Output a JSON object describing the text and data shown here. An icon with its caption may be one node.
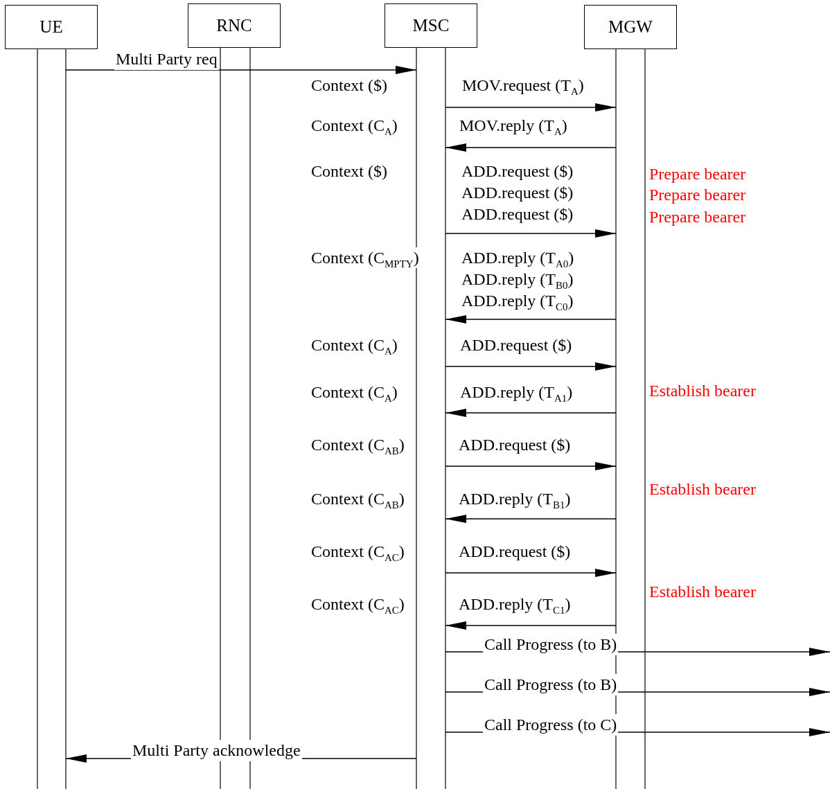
{
  "diagram": {
    "nodes": [
      {
        "text": [
          "UE"
        ]
      },
      {
        "text": [
          "RNC"
        ]
      },
      {
        "text": [
          "MSC"
        ]
      },
      {
        "text": [
          "MGW"
        ]
      }
    ],
    "edges": [
      {
        "from": 0,
        "to": 2,
        "arrow": "to",
        "label": "Multi Party req"
      },
      {
        "from": 2,
        "to": 3,
        "arrow": "to",
        "label": "MOV.request (T$_{A}$)"
      },
      {
        "from": 3,
        "to": 2,
        "arrow": "to",
        "label": "MOV.reply (T$_{A}$)"
      },
      {
        "from": 2,
        "to": 3,
        "arrow": "to",
        "label": "ADD.request ($) ADD.request ($) ADD.request ($)"
      },
      {
        "from": 3,
        "to": 2,
        "arrow": "to",
        "label": "ADD.reply (T$_{A0}$) ADD.reply (T$_{B0}$) ADD.reply (T$_{C0}$)"
      },
      {
        "from": 2,
        "to": 3,
        "arrow": "to",
        "label": "ADD.request ($)"
      },
      {
        "from": 3,
        "to": 2,
        "arrow": "to",
        "label": "ADD.reply (T$_{A1}$)"
      },
      {
        "from": 2,
        "to": 3,
        "arrow": "to",
        "label": "ADD.request ($)"
      },
      {
        "from": 3,
        "to": 2,
        "arrow": "to",
        "label": "ADD.reply (T$_{B1}$)"
      },
      {
        "from": 2,
        "to": 3,
        "arrow": "to",
        "label": "ADD.request ($)"
      },
      {
        "from": 3,
        "to": 2,
        "arrow": "to",
        "label": "ADD.reply (T$_{C1}$)"
      },
      {
        "from": 2,
        "to": null,
        "arrow": "to",
        "label": "Call Progress (to B)"
      },
      {
        "from": 2,
        "to": null,
        "arrow": "to",
        "label": "Call Progress (to B)"
      },
      {
        "from": 2,
        "to": null,
        "arrow": "to",
        "label": "Call Progress (to C)"
      },
      {
        "from": 2,
        "to": 0,
        "arrow": "to",
        "label": "Multi Party acknowledge"
      }
    ],
    "labels": [
      "Context ($)",
      "Context (C$_{A}$)",
      "Context ($)",
      "Prepare bearer",
      "Prepare bearer",
      "Prepare bearer",
      "Context (C$_{MPTY}$)",
      "Context (C$_{A}$)",
      "Context (C$_{A}$)",
      "Establish bearer",
      "Context (C$_{AB}$)",
      "Establish bearer",
      "Context (C$_{AB}$)",
      "Context (C$_{AC}$)",
      "Context (C$_{AC}$)",
      "Establish bearer"
    ]
  }
}
